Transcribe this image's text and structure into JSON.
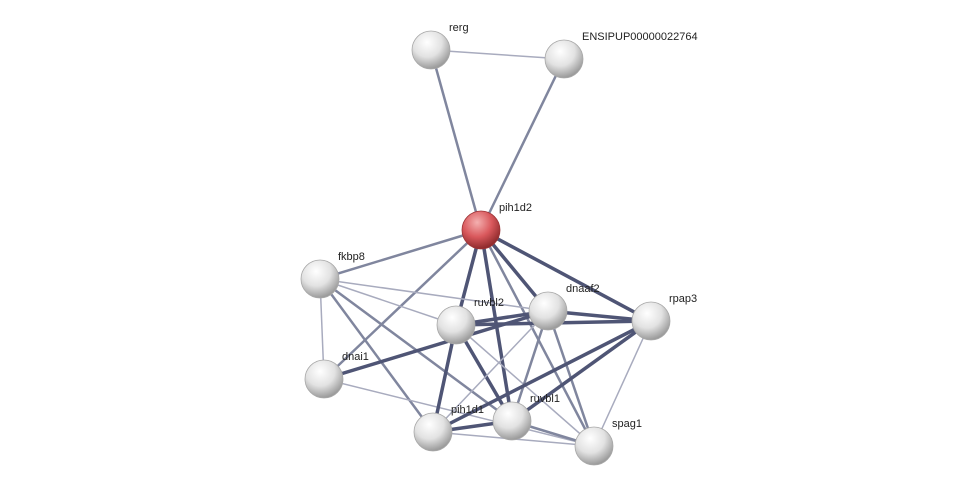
{
  "network": {
    "query_color": "#d9585c",
    "node_color": "#e6e6e6",
    "edge_colors": {
      "low": "#a8abbe",
      "medium": "#80869e",
      "high": "#4f5575"
    },
    "nodes": [
      {
        "id": "rerg",
        "label": "rerg",
        "query": false
      },
      {
        "id": "ensip",
        "label": "ENSIPUP00000022764",
        "query": false
      },
      {
        "id": "pih1d2",
        "label": "pih1d2",
        "query": true
      },
      {
        "id": "fkbp8",
        "label": "fkbp8",
        "query": false
      },
      {
        "id": "ruvbl2",
        "label": "ruvbl2",
        "query": false
      },
      {
        "id": "dnaaf2",
        "label": "dnaaf2",
        "query": false
      },
      {
        "id": "rpap3",
        "label": "rpap3",
        "query": false
      },
      {
        "id": "dnai1",
        "label": "dnai1",
        "query": false
      },
      {
        "id": "pih1d1",
        "label": "pih1d1",
        "query": false
      },
      {
        "id": "ruvbl1",
        "label": "ruvbl1",
        "query": false
      },
      {
        "id": "spag1",
        "label": "spag1",
        "query": false
      }
    ],
    "edges": [
      [
        "rerg",
        "ensip",
        "low"
      ],
      [
        "rerg",
        "pih1d2",
        "medium"
      ],
      [
        "ensip",
        "pih1d2",
        "medium"
      ],
      [
        "pih1d2",
        "fkbp8",
        "medium"
      ],
      [
        "pih1d2",
        "dnai1",
        "medium"
      ],
      [
        "pih1d2",
        "ruvbl2",
        "high"
      ],
      [
        "pih1d2",
        "ruvbl1",
        "high"
      ],
      [
        "pih1d2",
        "dnaaf2",
        "high"
      ],
      [
        "pih1d2",
        "rpap3",
        "high"
      ],
      [
        "pih1d2",
        "spag1",
        "medium"
      ],
      [
        "fkbp8",
        "dnai1",
        "low"
      ],
      [
        "fkbp8",
        "ruvbl2",
        "low"
      ],
      [
        "fkbp8",
        "dnaaf2",
        "low"
      ],
      [
        "fkbp8",
        "pih1d1",
        "medium"
      ],
      [
        "fkbp8",
        "ruvbl1",
        "medium"
      ],
      [
        "dnai1",
        "dnaaf2",
        "high"
      ],
      [
        "dnai1",
        "spag1",
        "low"
      ],
      [
        "ruvbl2",
        "dnaaf2",
        "high"
      ],
      [
        "ruvbl2",
        "rpap3",
        "high"
      ],
      [
        "ruvbl2",
        "pih1d1",
        "high"
      ],
      [
        "ruvbl2",
        "ruvbl1",
        "high"
      ],
      [
        "ruvbl2",
        "spag1",
        "low"
      ],
      [
        "dnaaf2",
        "rpap3",
        "high"
      ],
      [
        "dnaaf2",
        "pih1d1",
        "low"
      ],
      [
        "dnaaf2",
        "ruvbl1",
        "medium"
      ],
      [
        "dnaaf2",
        "spag1",
        "medium"
      ],
      [
        "rpap3",
        "pih1d1",
        "high"
      ],
      [
        "rpap3",
        "ruvbl1",
        "high"
      ],
      [
        "rpap3",
        "spag1",
        "low"
      ],
      [
        "pih1d1",
        "ruvbl1",
        "high"
      ],
      [
        "pih1d1",
        "spag1",
        "low"
      ],
      [
        "ruvbl1",
        "spag1",
        "medium"
      ]
    ]
  }
}
